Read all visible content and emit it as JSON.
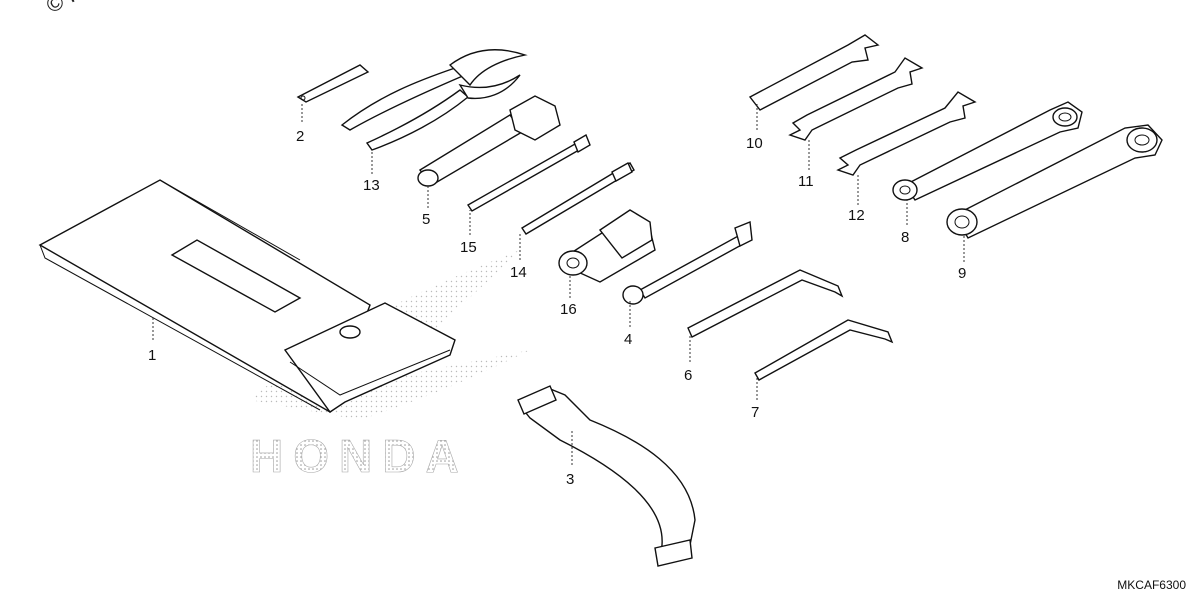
{
  "watermark": "© Partzilla.",
  "diagram_code": "MKCAF6300",
  "brand_mark": "HONDA",
  "callouts": [
    {
      "id": "1",
      "label": "1"
    },
    {
      "id": "2",
      "label": "2"
    },
    {
      "id": "3",
      "label": "3"
    },
    {
      "id": "4",
      "label": "4"
    },
    {
      "id": "5",
      "label": "5"
    },
    {
      "id": "6",
      "label": "6"
    },
    {
      "id": "7",
      "label": "7"
    },
    {
      "id": "8",
      "label": "8"
    },
    {
      "id": "9",
      "label": "9"
    },
    {
      "id": "10",
      "label": "10"
    },
    {
      "id": "11",
      "label": "11"
    },
    {
      "id": "12",
      "label": "12"
    },
    {
      "id": "13",
      "label": "13"
    },
    {
      "id": "14",
      "label": "14"
    },
    {
      "id": "15",
      "label": "15"
    },
    {
      "id": "16",
      "label": "16"
    }
  ]
}
